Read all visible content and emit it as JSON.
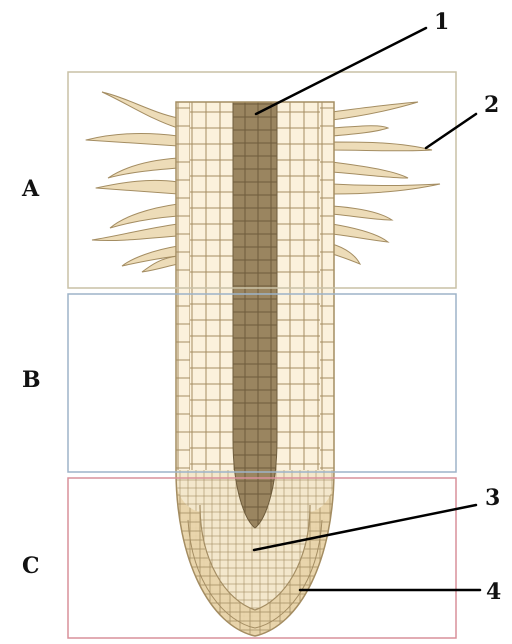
{
  "zones": [
    {
      "id": "A",
      "label": "A",
      "border": "#c9c1a6"
    },
    {
      "id": "B",
      "label": "B",
      "border": "#9db3c8"
    },
    {
      "id": "C",
      "label": "C",
      "border": "#d9909a"
    }
  ],
  "callouts": [
    {
      "id": "1",
      "label": "1"
    },
    {
      "id": "2",
      "label": "2"
    },
    {
      "id": "3",
      "label": "3"
    },
    {
      "id": "4",
      "label": "4"
    }
  ],
  "colors": {
    "cell_fill": "#fbf1dc",
    "cell_stroke": "#a48d62",
    "vascular_fill": "#9a8560",
    "vascular_stroke": "#6e5c3c",
    "root_hair_fill": "#eddcb8",
    "root_cap_fill": "#e8d4aa",
    "leader_line": "#000000"
  }
}
